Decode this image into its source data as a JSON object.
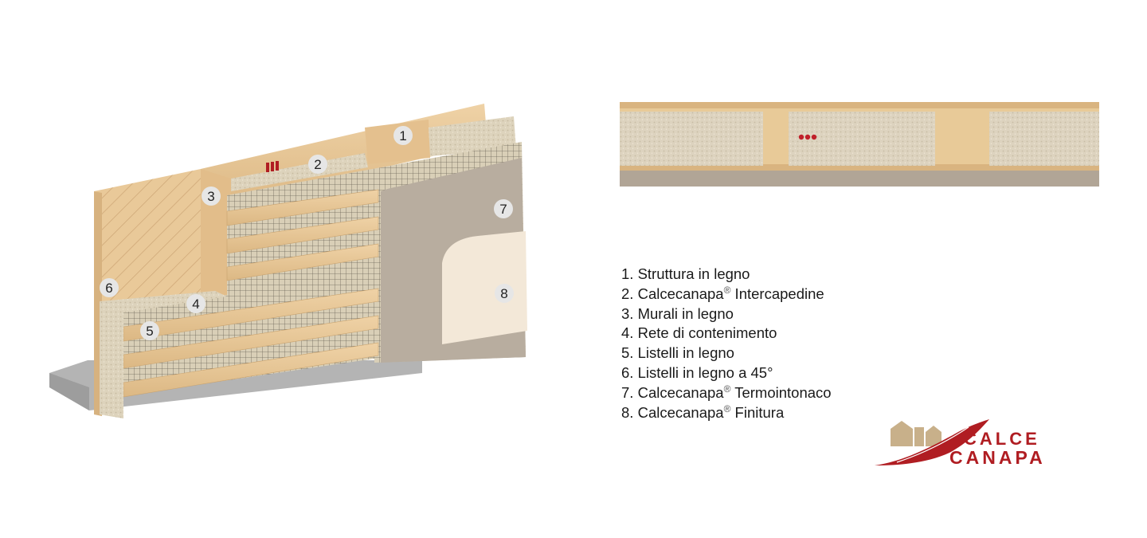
{
  "callouts": [
    "1",
    "2",
    "3",
    "4",
    "5",
    "6",
    "7",
    "8"
  ],
  "legend": [
    {
      "num": "1.",
      "text": "Struttura in legno",
      "reg": false,
      "rest": ""
    },
    {
      "num": "2.",
      "text": "Calcecanapa",
      "reg": true,
      "rest": " Intercapedine"
    },
    {
      "num": "3.",
      "text": "Murali in legno",
      "reg": false,
      "rest": ""
    },
    {
      "num": "4.",
      "text": "Rete di contenimento",
      "reg": false,
      "rest": ""
    },
    {
      "num": "5.",
      "text": "Listelli in legno",
      "reg": false,
      "rest": ""
    },
    {
      "num": "6.",
      "text": "Listelli in legno a 45°",
      "reg": false,
      "rest": ""
    },
    {
      "num": "7.",
      "text": "Calcecanapa",
      "reg": true,
      "rest": " Termointonaco"
    },
    {
      "num": "8.",
      "text": "Calcecanapa",
      "reg": true,
      "rest": " Finitura"
    }
  ],
  "reg_mark": "®",
  "logo": {
    "line1": "CALCE",
    "line2": "CANAPA"
  },
  "colors": {
    "wood": "#e7c79a",
    "wood_dark": "#d3ae7e",
    "hemp": "#ddd3bc",
    "plaster": "#b9aea0",
    "finish": "#f3e8d8",
    "logo_red": "#b01d22",
    "logo_tan": "#c8b08a"
  }
}
